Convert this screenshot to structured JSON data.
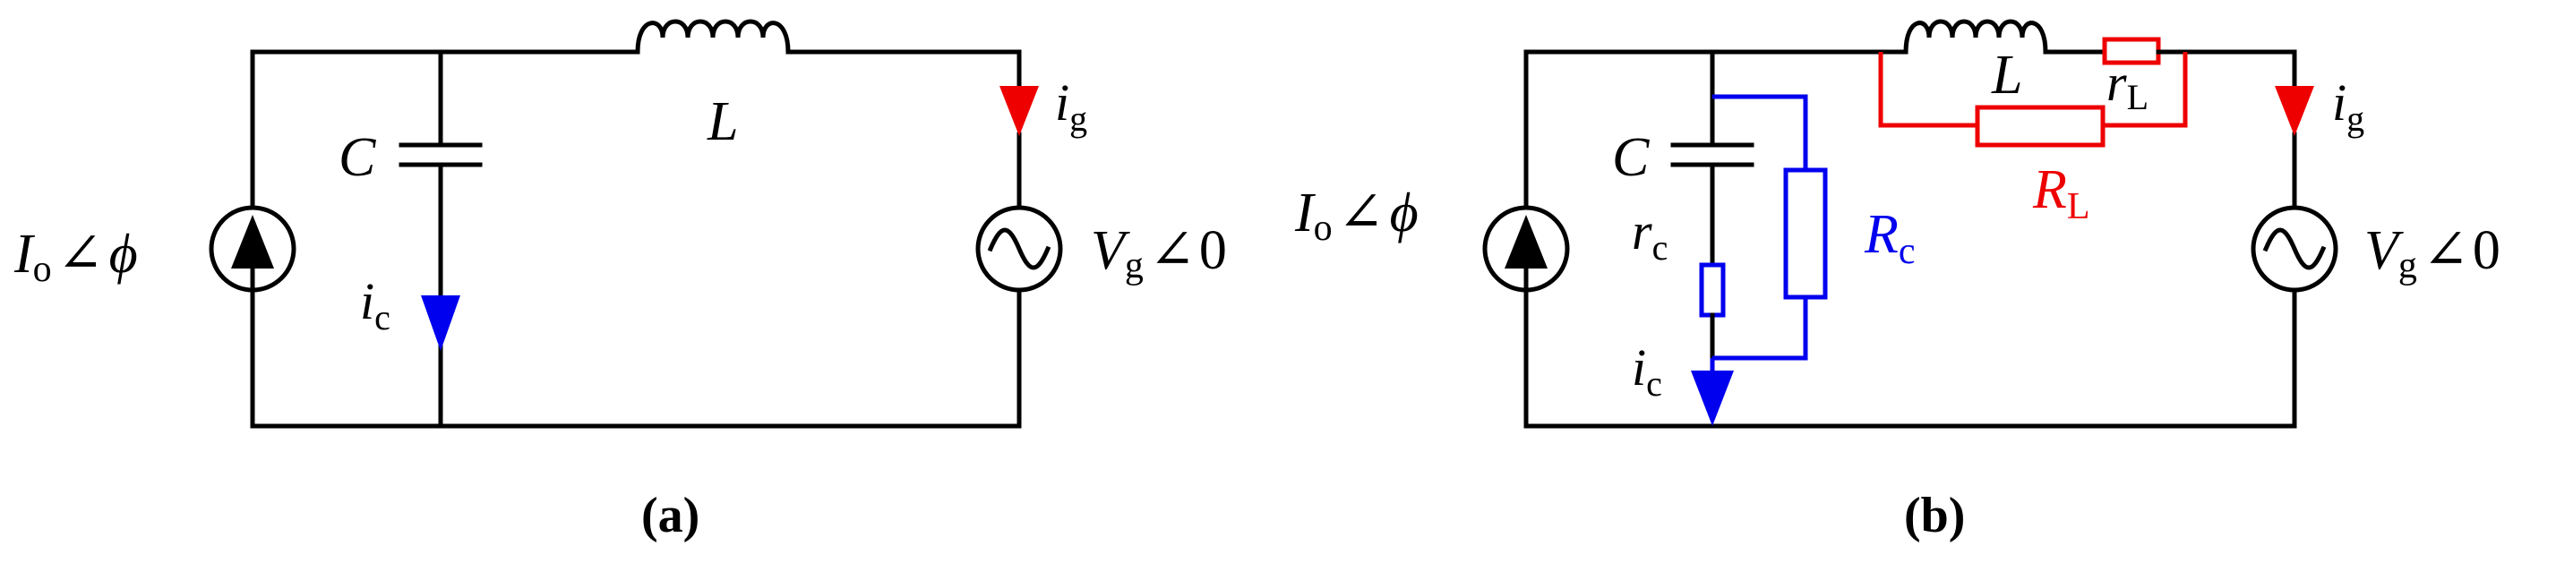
{
  "colors": {
    "wire": "#000000",
    "capacitor_branch": "#0000ee",
    "inductor_branch": "#ee0000"
  },
  "icons": [
    "current-source-icon",
    "ac-voltage-source-icon",
    "inductor-icon",
    "capacitor-icon",
    "resistor-icon",
    "current-arrow-icon"
  ],
  "panel_a": {
    "caption": "(a)",
    "source_label": {
      "var": "I",
      "sub": "o",
      "angle": "∠",
      "phase": "ϕ"
    },
    "capacitor_label": "C",
    "inductor_label": "L",
    "grid_current": {
      "var": "i",
      "sub": "g"
    },
    "cap_current": {
      "var": "i",
      "sub": "c"
    },
    "grid_voltage": {
      "var": "V",
      "sub": "g",
      "angle": "∠",
      "phase": "0"
    }
  },
  "panel_b": {
    "caption": "(b)",
    "source_label": {
      "var": "I",
      "sub": "o",
      "angle": "∠",
      "phase": "ϕ"
    },
    "capacitor_label": "C",
    "inductor_label": "L",
    "inductor_series_r": {
      "var": "r",
      "sub": "L"
    },
    "inductor_parallel_r": {
      "var": "R",
      "sub": "L"
    },
    "cap_series_r": {
      "var": "r",
      "sub": "c"
    },
    "cap_parallel_r": {
      "var": "R",
      "sub": "c"
    },
    "grid_current": {
      "var": "i",
      "sub": "g"
    },
    "cap_current": {
      "var": "i",
      "sub": "c"
    },
    "grid_voltage": {
      "var": "V",
      "sub": "g",
      "angle": "∠",
      "phase": "0"
    }
  }
}
